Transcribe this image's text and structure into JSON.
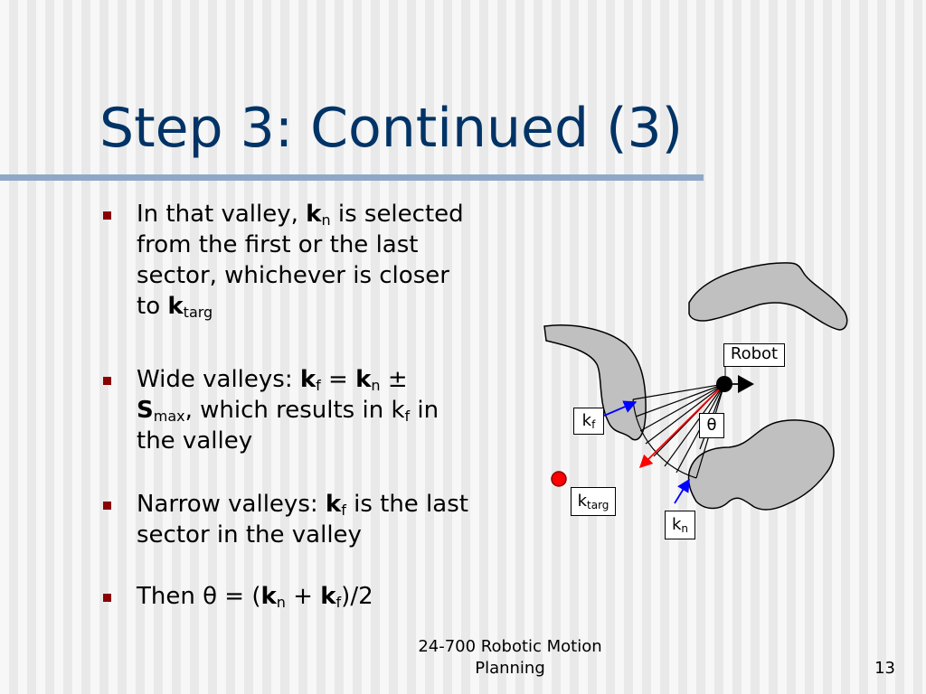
{
  "title": "Step 3: Continued (3)",
  "bullets": [
    {
      "lines": [
        [
          {
            "t": "In that valley, "
          },
          {
            "t": "k",
            "b": true
          },
          {
            "t": "n",
            "sub": true
          },
          {
            "t": " is selected"
          }
        ],
        [
          {
            "t": "from the first or the last"
          }
        ],
        [
          {
            "t": "sector, whichever is closer"
          }
        ],
        [
          {
            "t": "to "
          },
          {
            "t": "k",
            "b": true
          },
          {
            "t": "targ",
            "sub": true
          }
        ]
      ]
    },
    {
      "lines": [
        [
          {
            "t": "Wide valleys: "
          },
          {
            "t": "k",
            "b": true
          },
          {
            "t": "f",
            "sub": true
          },
          {
            "t": " = "
          },
          {
            "t": "k",
            "b": true
          },
          {
            "t": "n",
            "sub": true
          },
          {
            "t": " ±"
          }
        ],
        [
          {
            "t": "S",
            "b": true
          },
          {
            "t": "max",
            "sub": true
          },
          {
            "t": ", which results in k"
          },
          {
            "t": "f",
            "sub": true
          },
          {
            "t": " in"
          }
        ],
        [
          {
            "t": "the valley"
          }
        ]
      ]
    },
    {
      "lines": [
        [
          {
            "t": "Narrow valleys: "
          },
          {
            "t": "k",
            "b": true
          },
          {
            "t": "f",
            "sub": true
          },
          {
            "t": " is the last"
          }
        ],
        [
          {
            "t": "sector in the valley"
          }
        ]
      ]
    },
    {
      "lines": [
        [
          {
            "t": "Then θ = ("
          },
          {
            "t": "k",
            "b": true
          },
          {
            "t": "n",
            "sub": true
          },
          {
            "t": " + "
          },
          {
            "t": "k",
            "b": true
          },
          {
            "t": "f",
            "sub": true
          },
          {
            "t": ")/2"
          }
        ]
      ]
    }
  ],
  "diagram": {
    "robot_label": "Robot",
    "theta_label": "θ",
    "kf_label": {
      "base": "k",
      "sub": "f"
    },
    "ktarg_label": {
      "base": "k",
      "sub": "targ"
    },
    "kn_label": {
      "base": "k",
      "sub": "n"
    },
    "colors": {
      "obstacle_fill": "#c0c0c0",
      "robot": "#000000",
      "target": "#ff0000",
      "label_arrows": "#0000ff",
      "heading_arrow": "#ff0000"
    }
  },
  "footer": {
    "course_line1": "24-700 Robotic Motion",
    "course_line2": "Planning",
    "page_number": "13"
  }
}
